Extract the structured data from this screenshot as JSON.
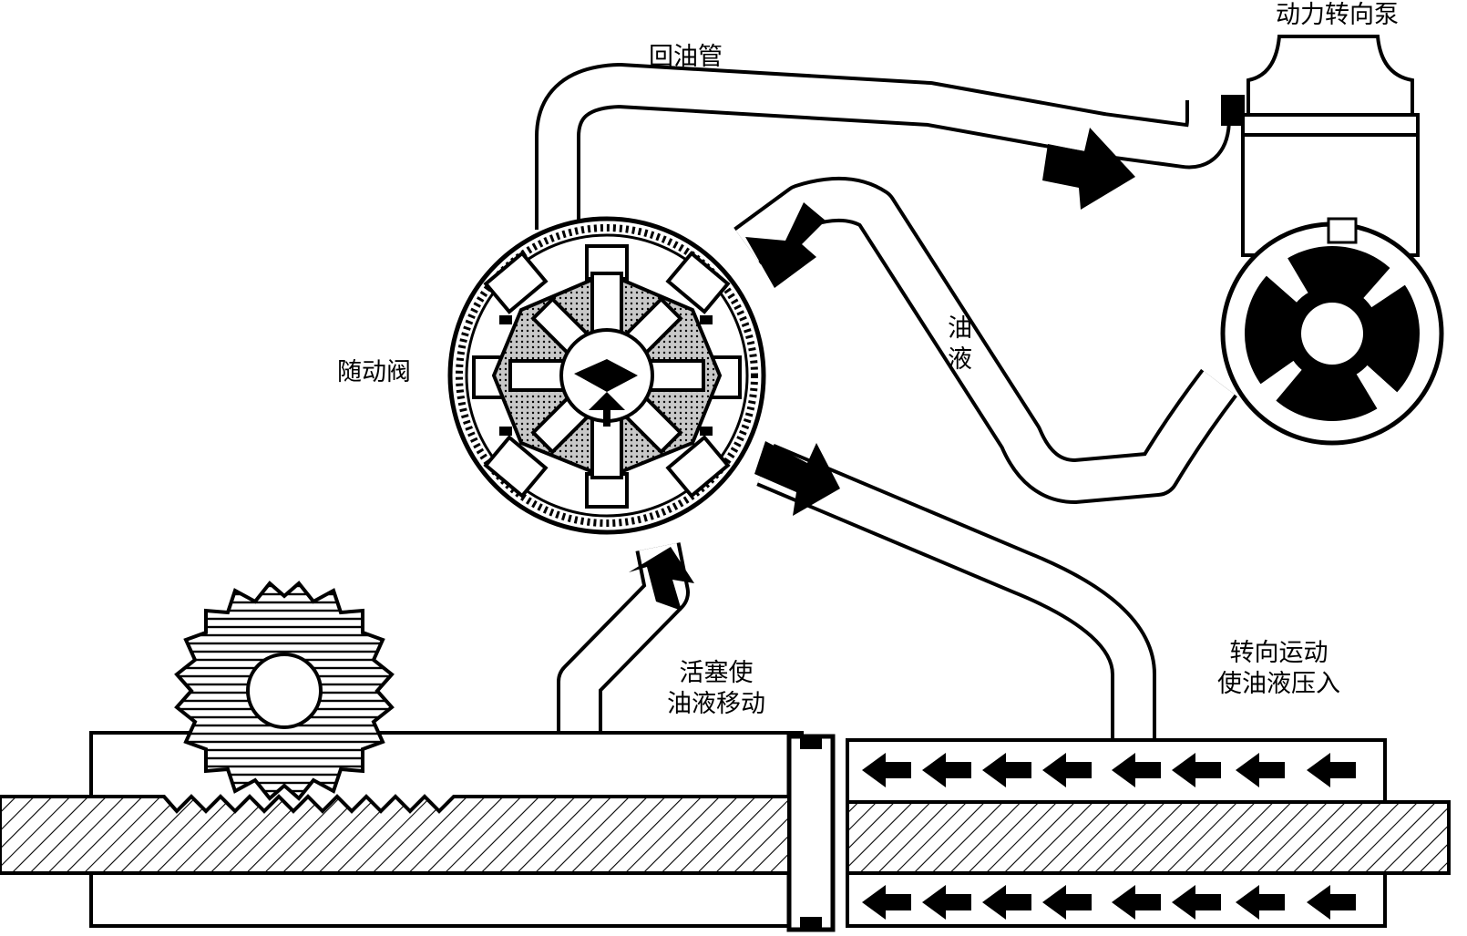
{
  "labels": {
    "pump": "动力转向泵",
    "return_pipe": "回油管",
    "valve": "随动阀",
    "oil_char1": "油",
    "oil_char2": "液",
    "piston_line1": "活塞使",
    "piston_line2": "油液移动",
    "steer_line1": "转向运动",
    "steer_line2": "使油液压入"
  },
  "colors": {
    "ink": "#000000",
    "paper": "#ffffff"
  }
}
